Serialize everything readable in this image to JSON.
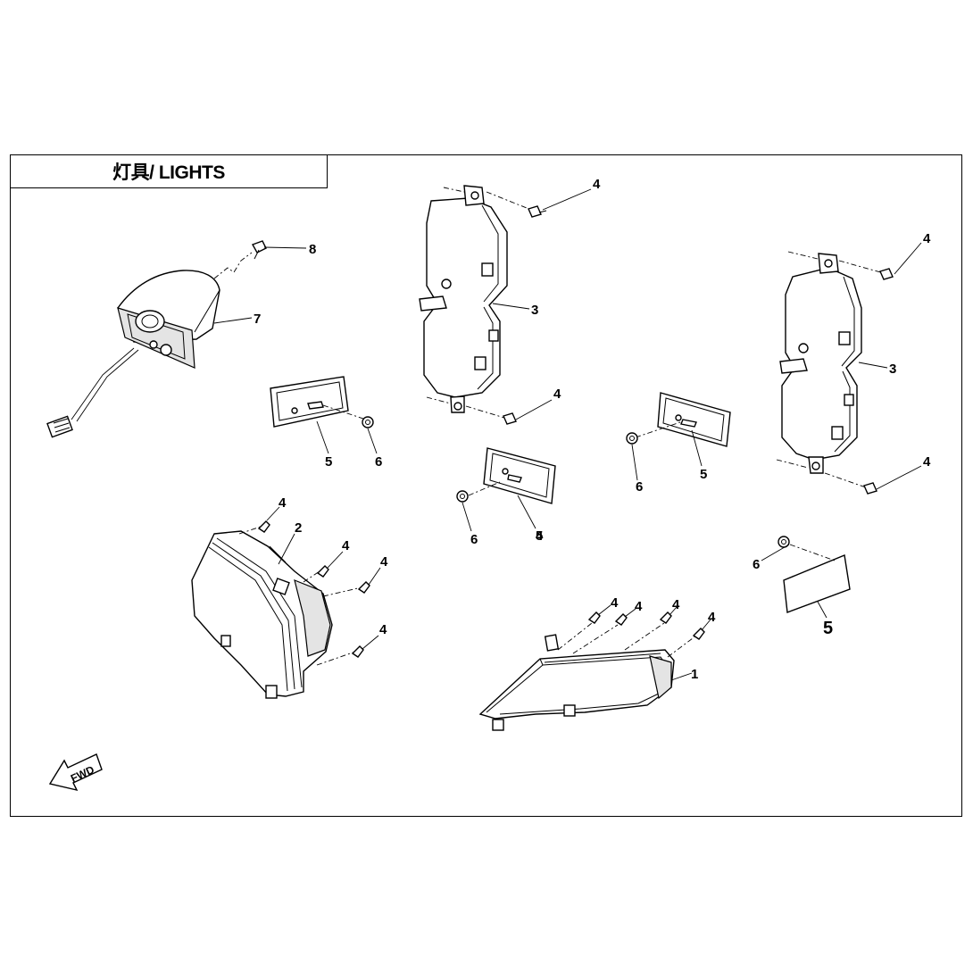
{
  "title": "灯具/ LIGHTS",
  "direction_marker": "FWD",
  "callouts": [
    {
      "id": "c8",
      "text": "8"
    },
    {
      "id": "c7",
      "text": "7"
    },
    {
      "id": "c4a",
      "text": "4"
    },
    {
      "id": "c3a",
      "text": "3"
    },
    {
      "id": "c4b",
      "text": "4"
    },
    {
      "id": "c5a",
      "text": "5"
    },
    {
      "id": "c6a",
      "text": "6"
    },
    {
      "id": "c4c",
      "text": "4"
    },
    {
      "id": "c3b",
      "text": "3"
    },
    {
      "id": "c4d",
      "text": "4"
    },
    {
      "id": "c4e",
      "text": "4"
    },
    {
      "id": "c5b",
      "text": "5"
    },
    {
      "id": "c6b",
      "text": "6"
    },
    {
      "id": "c5c",
      "text": "5"
    },
    {
      "id": "c6c",
      "text": "6"
    },
    {
      "id": "c4f",
      "text": "4"
    },
    {
      "id": "c2",
      "text": "2"
    },
    {
      "id": "c4g",
      "text": "4"
    },
    {
      "id": "c4h",
      "text": "4"
    },
    {
      "id": "c4i",
      "text": "4"
    },
    {
      "id": "c6d",
      "text": "6"
    },
    {
      "id": "c5d",
      "text": "5"
    },
    {
      "id": "c4j",
      "text": "4"
    },
    {
      "id": "c4k",
      "text": "4"
    },
    {
      "id": "c4l",
      "text": "4"
    },
    {
      "id": "c4m",
      "text": "4"
    },
    {
      "id": "c1",
      "text": "1"
    }
  ]
}
